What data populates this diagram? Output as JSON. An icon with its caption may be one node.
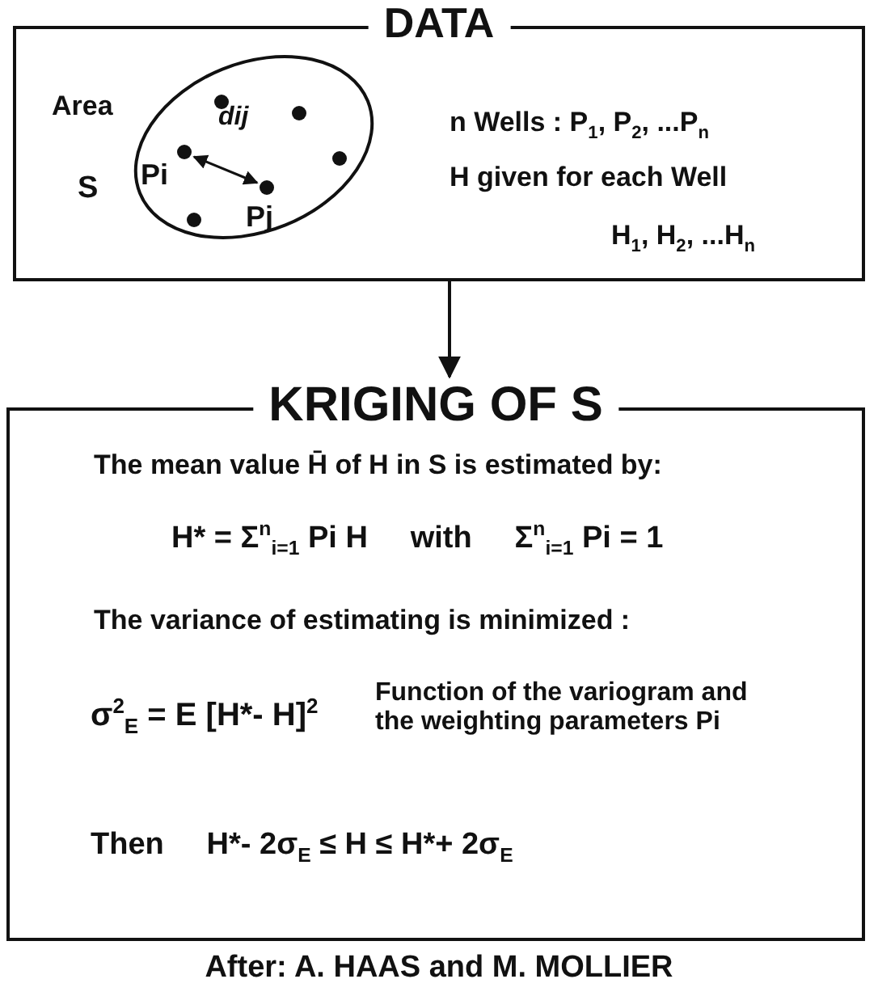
{
  "diagram": {
    "caption": "After: A. HAAS and M. MOLLIER",
    "nodes": [
      {
        "text": [
          "DATA",
          "Area",
          "S",
          "n Wells : P$_{1}$, P$_{2}$, ...P$_{n}$",
          "H given for each Well",
          "H$_{1}$, H$_{2}$, ...H$_{n}$"
        ]
      },
      {
        "text": [
          "Pi",
          "dij",
          "Pj"
        ],
        "in": 0
      },
      {
        "text": [
          "KRIGING OF S",
          "The mean value H̄ of H in S is estimated by:",
          "H* = Σ$^{n}$$_{i=1}$ Pi H     with     Σ$^{n}$$_{i=1}$ Pi = 1",
          "The variance of estimating is minimized :",
          "σ$^{2}$$_{E}$ = E [H*- H]$^{2}$",
          "Function of the variogram and the weighting parameters Pi",
          "Then     H*- 2σ$_{E}$ ≤ H ≤ H*+ 2σ$_{E}$"
        ]
      }
    ],
    "edges": [
      {
        "from": 0,
        "to": 2,
        "arrow": "to"
      }
    ]
  }
}
